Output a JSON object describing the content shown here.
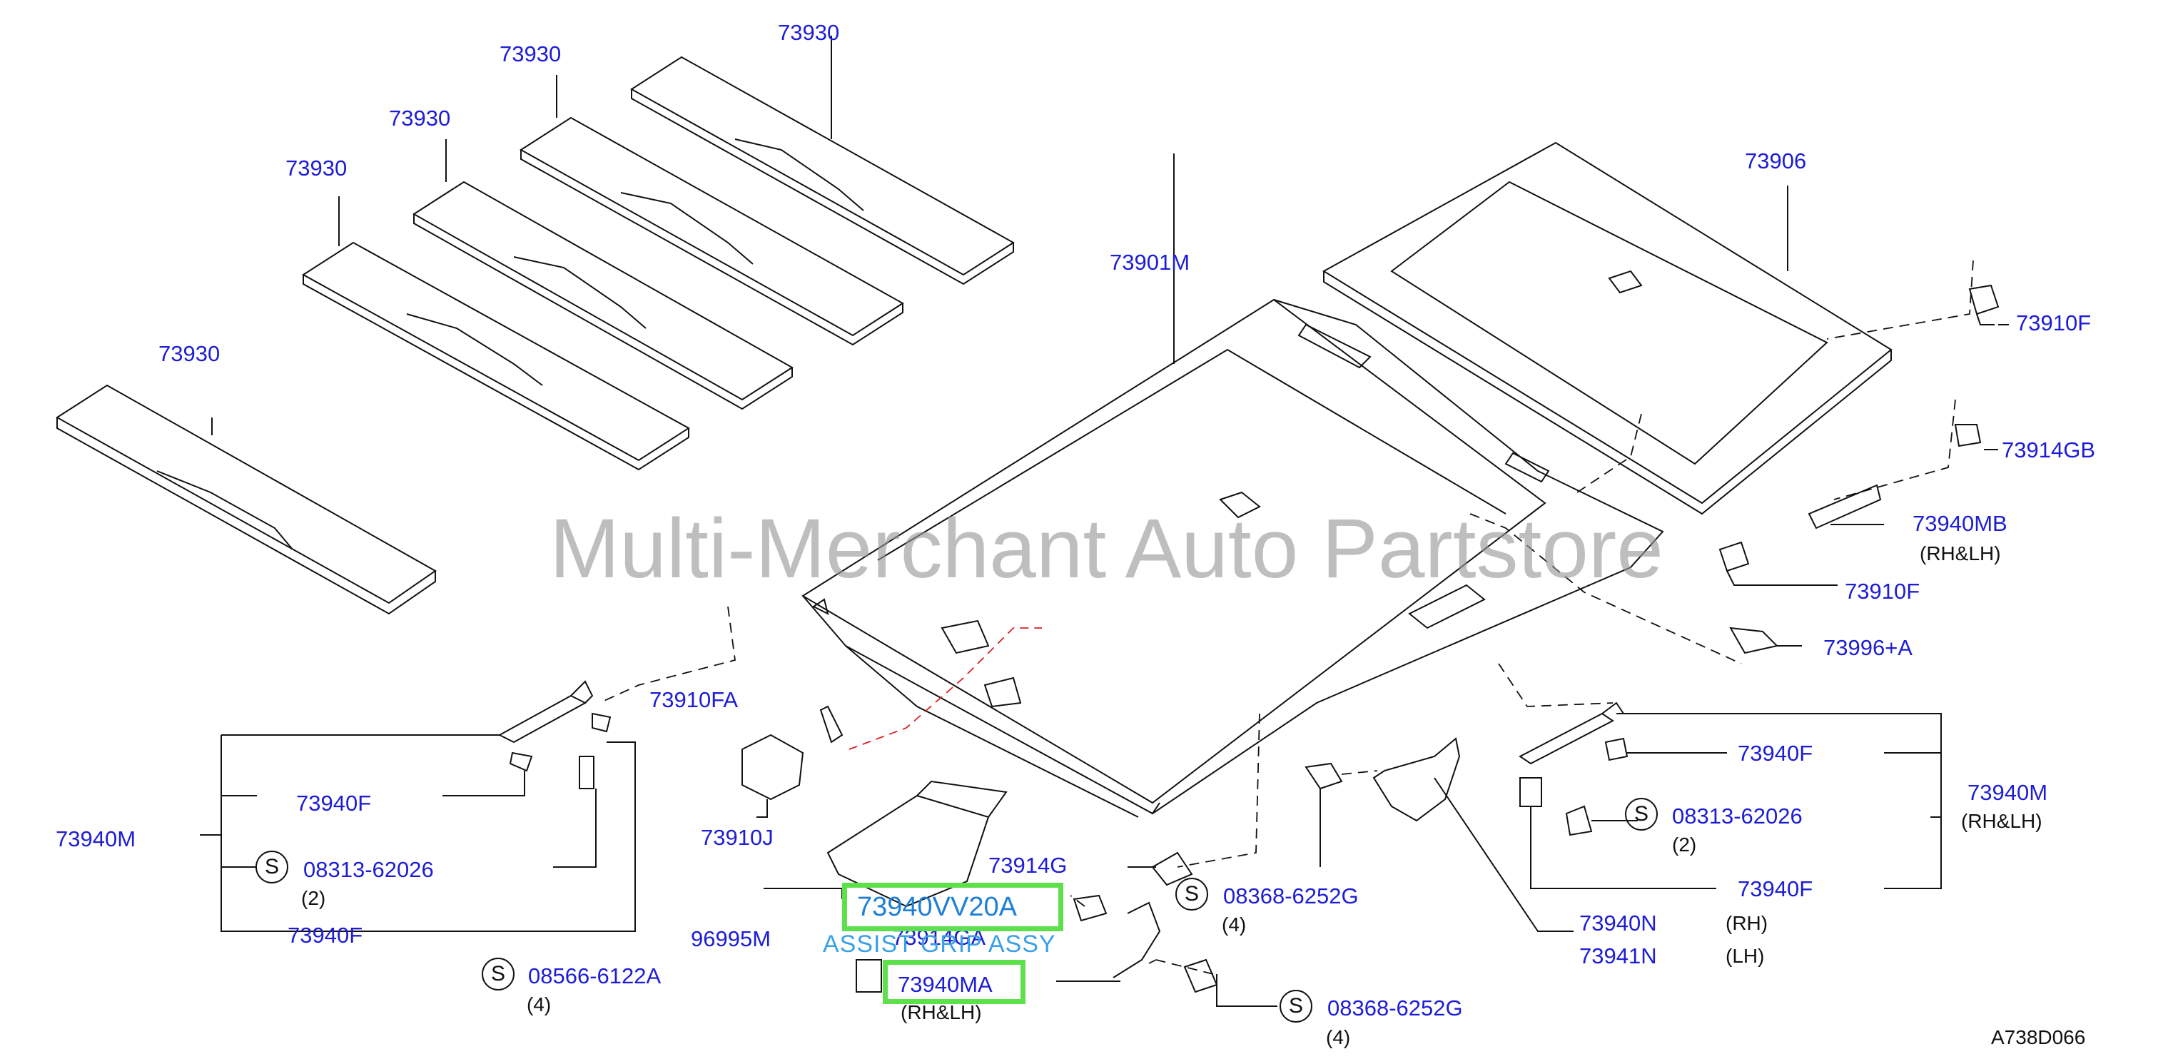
{
  "watermark": "Multi-Merchant Auto Partstore",
  "diagram_code": "A738D066",
  "highlight": {
    "part1": "73940VV20A",
    "caption": "ASSIST GRIP ASSY",
    "part2": "73940MA"
  },
  "labels": {
    "p73930_a": "73930",
    "p73930_b": "73930",
    "p73930_c": "73930",
    "p73930_d": "73930",
    "p73930_e": "73930",
    "p73901m": "73901M",
    "p73906": "73906",
    "p73910f_a": "73910F",
    "p73914gb": "73914GB",
    "p73940mb": "73940MB",
    "rhlh_a": "(RH&LH)",
    "p73910f_b": "73910F",
    "p73996a": "73996+A",
    "p73910fa": "73910FA",
    "p73910j": "73910J",
    "p73940m_l": "73940M",
    "p73940f_l1": "73940F",
    "s_l1": "S",
    "p08313_l": "08313-62026",
    "q2_l": "(2)",
    "p73940f_l2": "73940F",
    "s_l2": "S",
    "p08566": "08566-6122A",
    "q4_l": "(4)",
    "p73914g": "73914G",
    "p96995m": "96995M",
    "p73914ga": "73914GA",
    "rhlh_b": "(RH&LH)",
    "s_c1": "S",
    "p08368_a": "08368-6252G",
    "q4_c1": "(4)",
    "s_c2": "S",
    "p08368_b": "08368-6252G",
    "q4_c2": "(4)",
    "p73940n": "73940N",
    "rh": "(RH)",
    "p73941n": "73941N",
    "lh": "(LH)",
    "p73940f_r1": "73940F",
    "s_r1": "S",
    "p08313_r": "08313-62026",
    "q2_r": "(2)",
    "p73940f_r2": "73940F",
    "p73940m_r": "73940M",
    "rhlh_c": "(RH&LH)"
  }
}
